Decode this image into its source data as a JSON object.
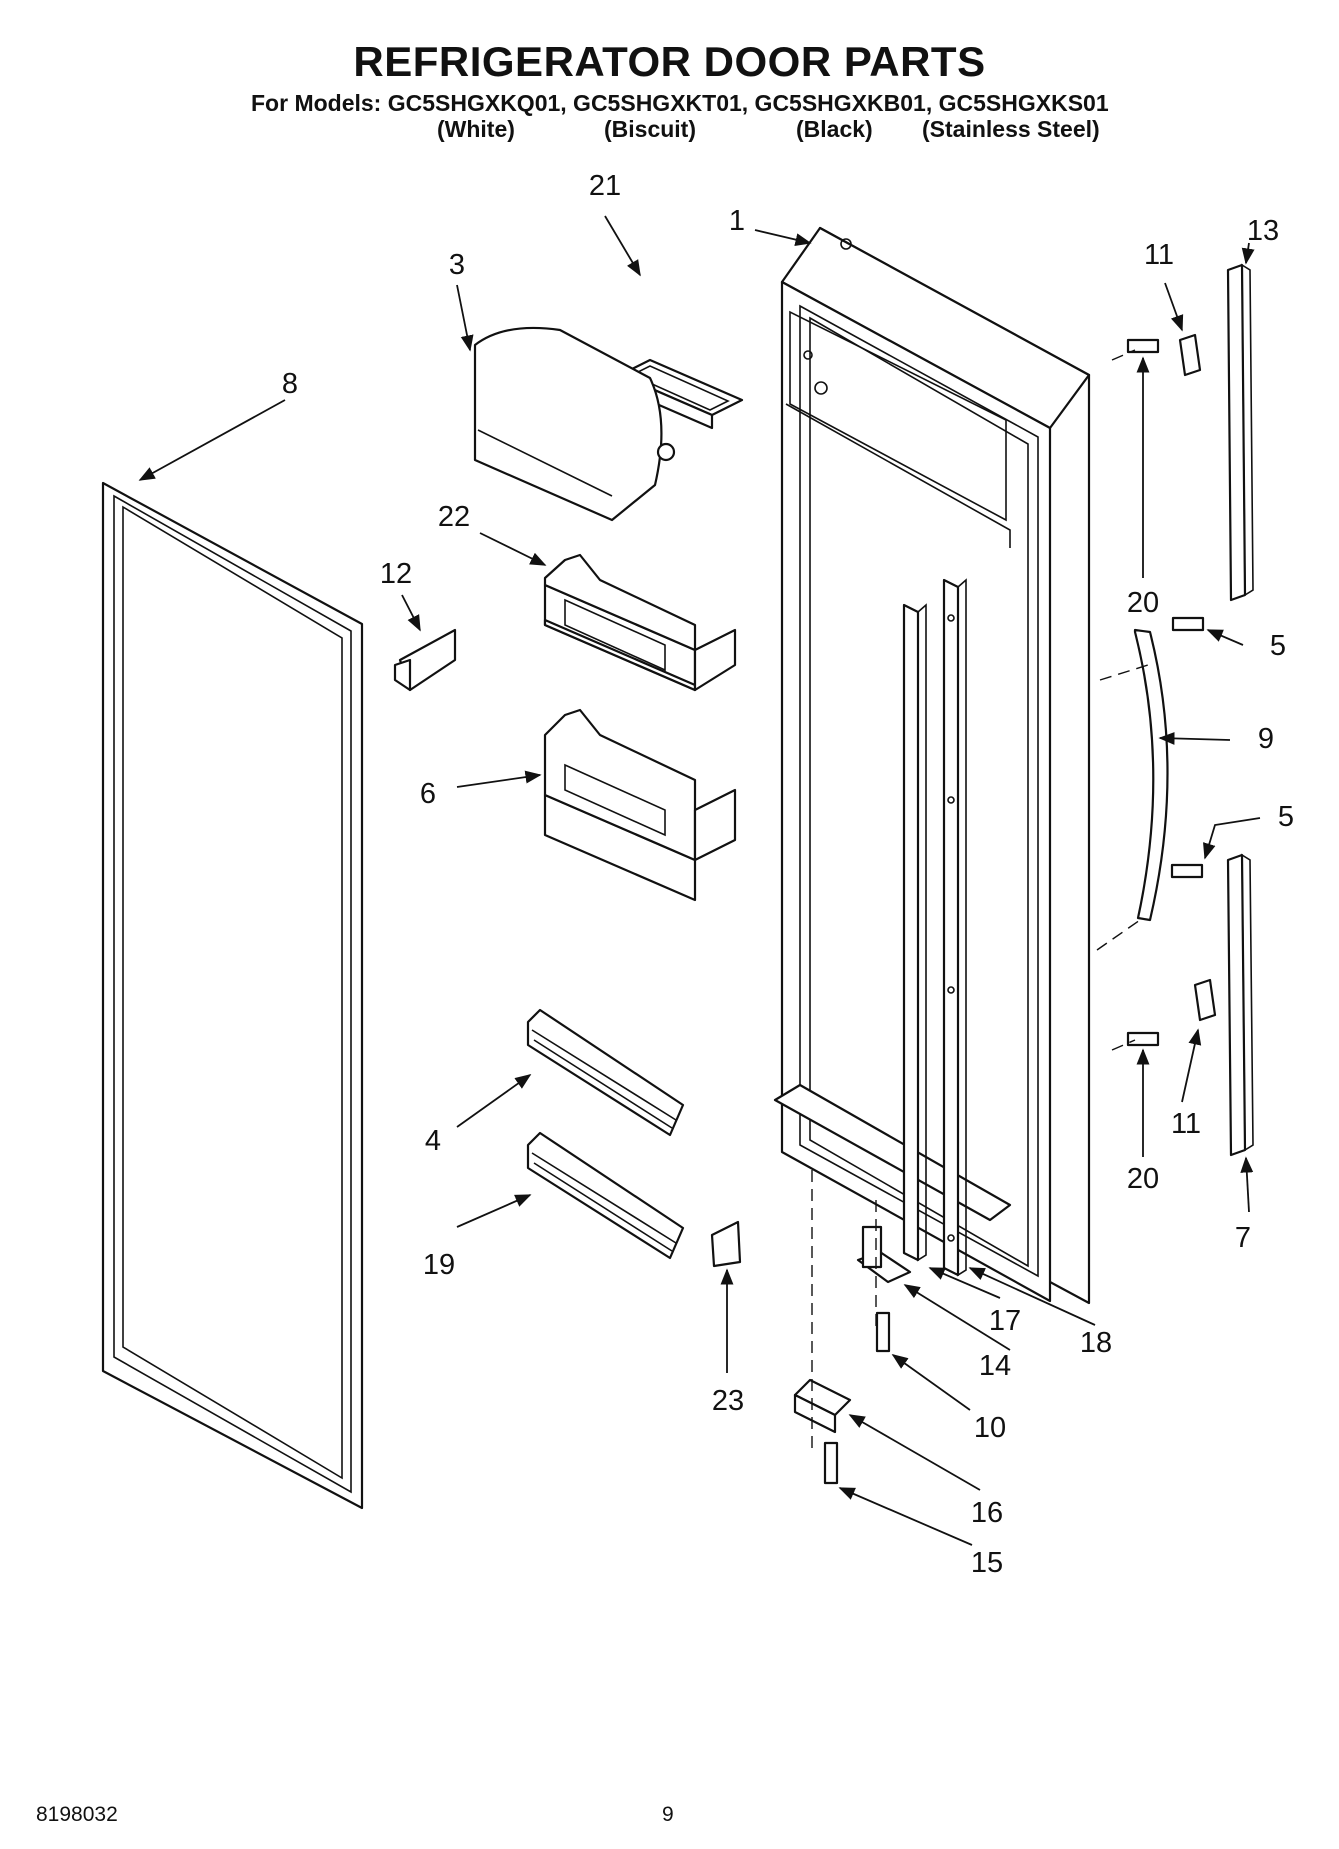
{
  "header": {
    "title": "REFRIGERATOR DOOR PARTS",
    "models_line": "For Models: GC5SHGXKQ01, GC5SHGXKT01, GC5SHGXKB01, GC5SHGXKS01",
    "finishes": [
      "(White)",
      "(Biscuit)",
      "(Black)",
      "(Stainless Steel)"
    ]
  },
  "callouts": [
    "1",
    "3",
    "21",
    "8",
    "11",
    "13",
    "22",
    "12",
    "20",
    "5",
    "9",
    "6",
    "5",
    "4",
    "11",
    "20",
    "7",
    "19",
    "17",
    "18",
    "14",
    "10",
    "23",
    "16",
    "15"
  ],
  "footer": {
    "doc_number": "8198032",
    "page_number": "9"
  }
}
